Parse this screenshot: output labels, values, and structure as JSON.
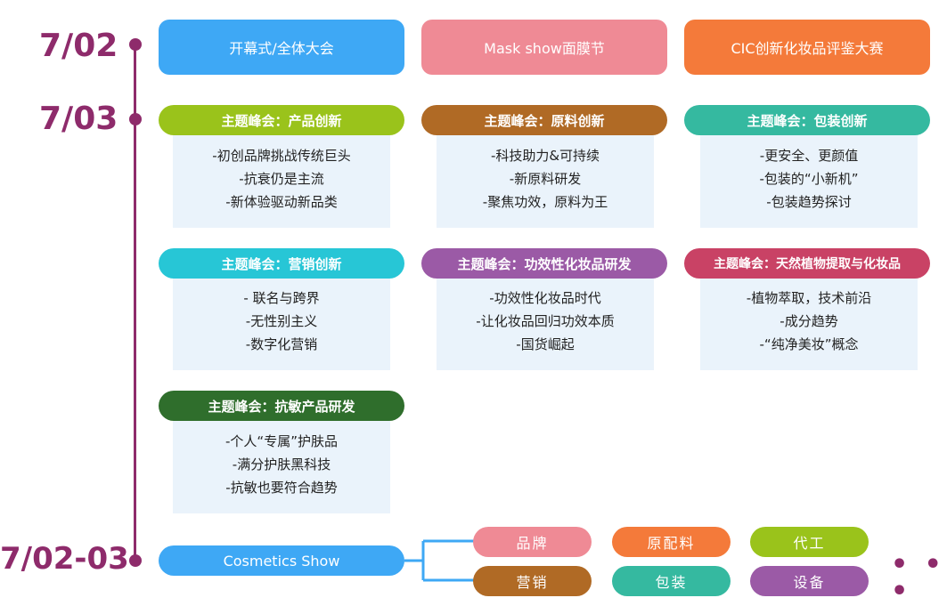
{
  "dates": [
    "7/02",
    "7/03",
    "7/02-03"
  ],
  "top_events": [
    {
      "label": "开幕式/全体大会",
      "color": "#3ea8f5"
    },
    {
      "label": "Mask show面膜节",
      "color": "#ef8a95"
    },
    {
      "label": "CIC创新化妆品评鉴大赛",
      "color": "#f47a3a"
    }
  ],
  "summits": [
    {
      "title": "主题峰会：产品创新",
      "color": "#9ac31b",
      "items": [
        "-初创品牌挑战传统巨头",
        "-抗衰仍是主流",
        "-新体验驱动新品类"
      ]
    },
    {
      "title": "主题峰会：原料创新",
      "color": "#b06a25",
      "items": [
        "-科技助力&可持续",
        "-新原料研发",
        "-聚焦功效，原料为王"
      ]
    },
    {
      "title": "主题峰会：包装创新",
      "color": "#35b9a0",
      "items": [
        "-更安全、更颜值",
        "-包装的“小新机”",
        "-包装趋势探讨"
      ]
    },
    {
      "title": "主题峰会：营销创新",
      "color": "#27c6d6",
      "items": [
        "- 联名与跨界",
        "-无性别主义",
        "-数字化营销"
      ]
    },
    {
      "title": "主题峰会：功效性化妆品研发",
      "color": "#9b5aa6",
      "items": [
        "-功效性化妆品时代",
        "-让化妆品回归功效本质",
        "-国货崛起"
      ]
    },
    {
      "title": "主题峰会：天然植物提取与化妆品",
      "color": "#c94265",
      "items": [
        "-植物萃取，技术前沿",
        "-成分趋势",
        "-“纯净美妆”概念"
      ]
    },
    {
      "title": "主题峰会：抗敏产品研发",
      "color": "#2f6e2c",
      "items": [
        "-个人“专属”护肤品",
        "-满分护肤黑科技",
        "-抗敏也要符合趋势"
      ]
    }
  ],
  "show": {
    "label": "Cosmetics Show",
    "color": "#3ea8f5"
  },
  "tags": [
    {
      "label": "品牌",
      "color": "#ef8a95"
    },
    {
      "label": "原配料",
      "color": "#f47a3a"
    },
    {
      "label": "代工",
      "color": "#9ac31b"
    },
    {
      "label": "营销",
      "color": "#b06a25"
    },
    {
      "label": "包装",
      "color": "#35b9a0"
    },
    {
      "label": "设备",
      "color": "#9b5aa6"
    }
  ],
  "more": "• • •"
}
